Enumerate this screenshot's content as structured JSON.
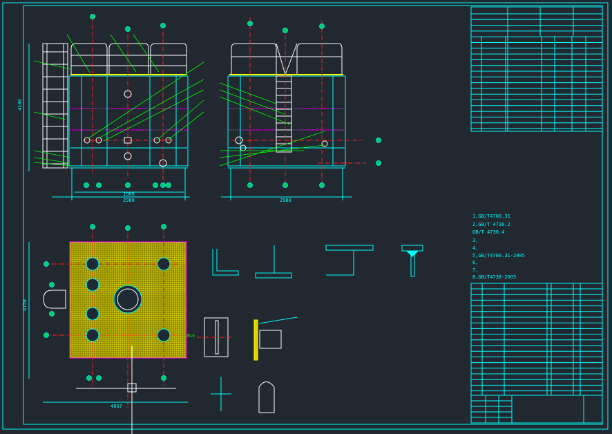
{
  "drawing": {
    "background": "#212830",
    "line_color": "#00ffff",
    "leader_color": "#00ff00",
    "centerline_color": "#ff2020",
    "grating_color": "#ffff00"
  },
  "notes": {
    "lines": [
      "1,GB/T4700.31",
      "2,GB/T 4730.2",
      "GB/T 4730.4",
      "3,",
      "4,",
      "5,GB/T4700.31-2005",
      "6,",
      "7,",
      "8,GB/T4738-2005"
    ]
  },
  "detail": {
    "bolt_label": "M10"
  }
}
